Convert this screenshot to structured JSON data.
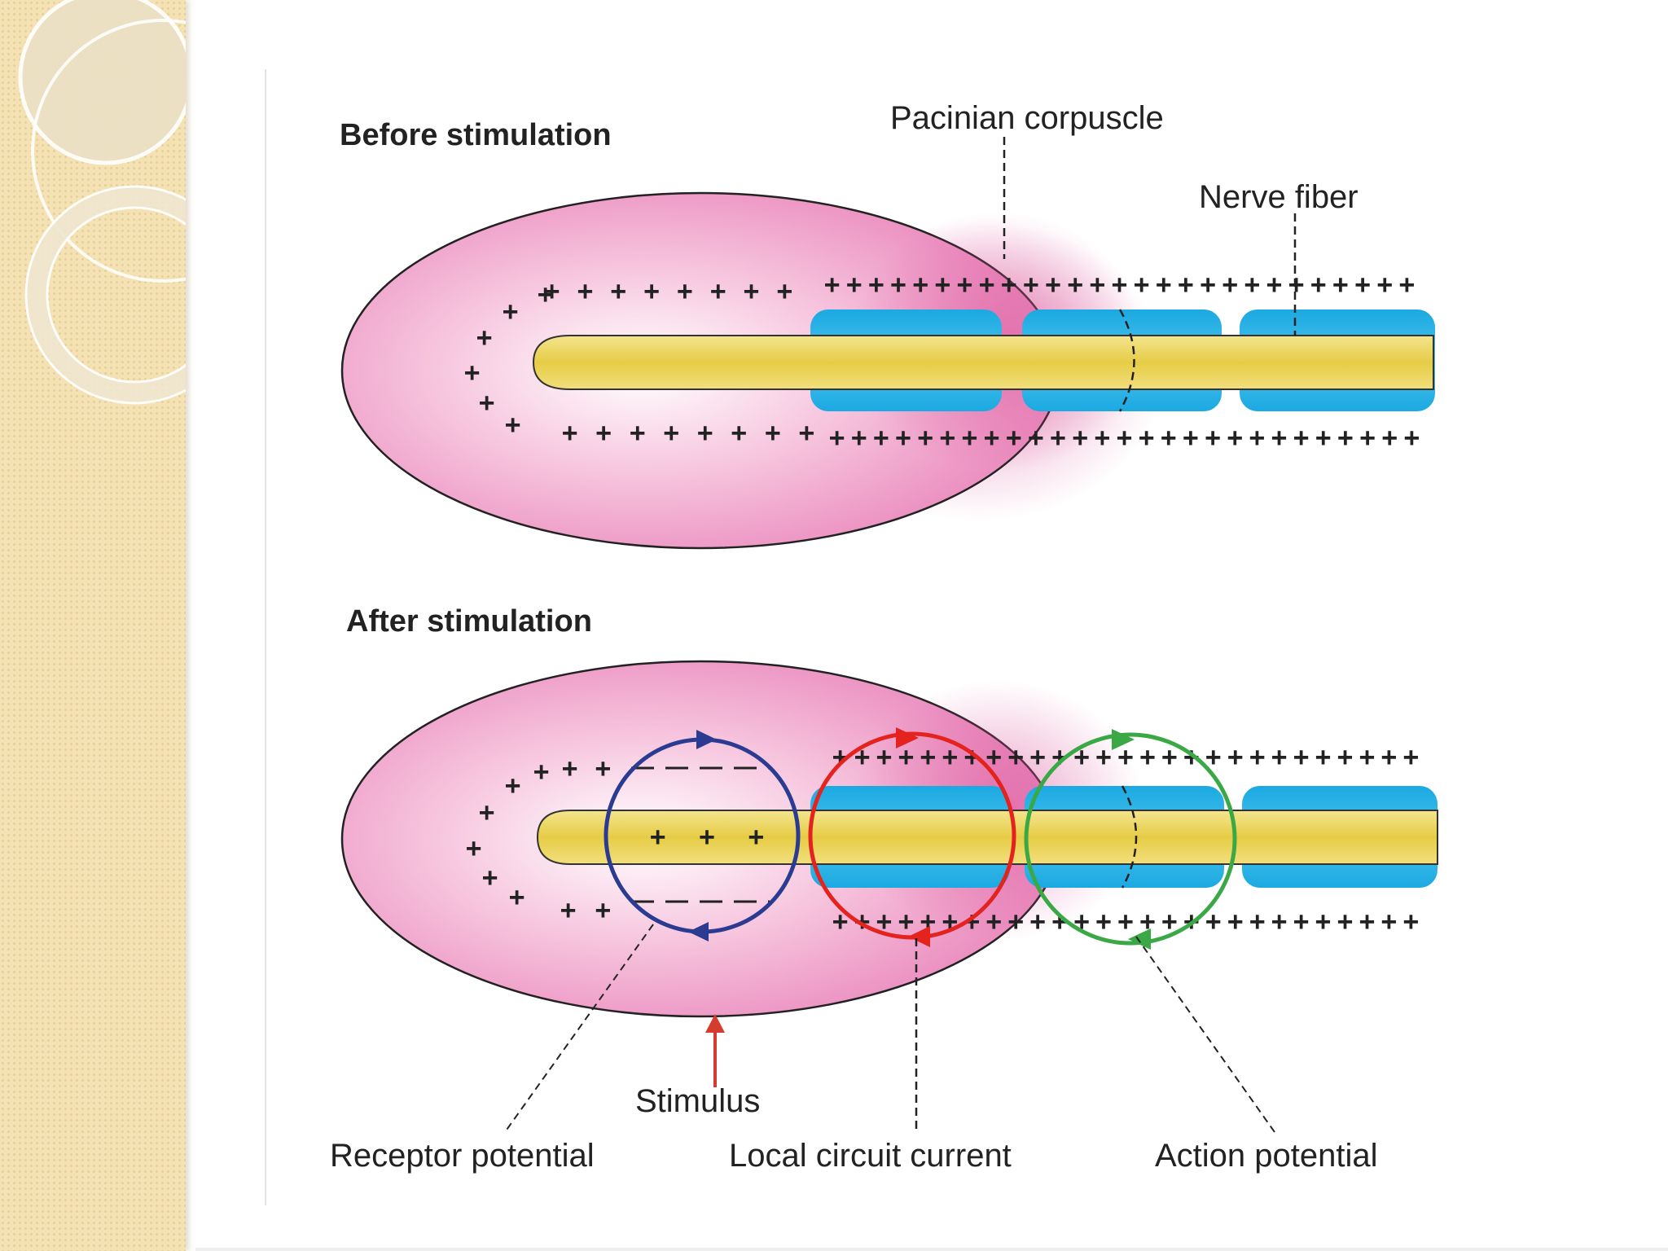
{
  "headings": {
    "before": "Before stimulation",
    "after": "After stimulation"
  },
  "labels": {
    "pacinian_corpuscle": "Pacinian corpuscle",
    "nerve_fiber": "Nerve fiber",
    "stimulus": "Stimulus",
    "receptor_potential": "Receptor potential",
    "local_circuit_current": "Local circuit current",
    "action_potential": "Action potential"
  },
  "charges": {
    "before_top": "++++++++",
    "before_top_right": "+++++++++++++++++++++++++++",
    "before_bottom": "++++++++",
    "before_bottom_right": "+++++++++++++++++++++++++++",
    "after_top_left": "++",
    "after_top_right": "+++++++++++++++++++++++++++",
    "after_bottom_left": "++",
    "after_bottom_right": "+++++++++++++++++++++++++++",
    "inside_fiber": "+ + +",
    "curve_plus": "+"
  },
  "colors": {
    "corpuscle": "#f0a3cc",
    "myelin": "#1ba9e1",
    "axon": "#ead45a",
    "receptor_loop": "#2a3b91",
    "local_loop": "#e4231f",
    "action_loop": "#3aa845",
    "stimulus_arrow": "#d53b2f",
    "side_panel": "#f4e2b4"
  }
}
